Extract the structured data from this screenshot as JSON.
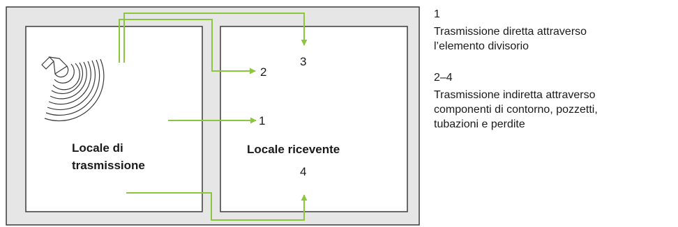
{
  "colors": {
    "wall_fill": "#e6e6e6",
    "outline": "#3a3a3a",
    "arrow": "#8cc63f",
    "text": "#1a1a1a"
  },
  "rooms": {
    "source_label_line1": "Locale di",
    "source_label_line2": "trasmissione",
    "receiving_label": "Locale ricevente"
  },
  "icons": {
    "speaker": "loudspeaker-icon"
  },
  "paths": {
    "direct": "1",
    "flank_upper": "2",
    "flank_top": "3",
    "flank_bottom": "4"
  },
  "legend": [
    {
      "number": "1",
      "description_line1": "Trasmissione diretta attraverso",
      "description_line2": "l’elemento divisorio"
    },
    {
      "number": "2–4",
      "description_line1": "Trasmissione indiretta attraverso",
      "description_line2": "componenti di contorno, pozzetti,",
      "description_line3": "tubazioni e perdite"
    }
  ]
}
